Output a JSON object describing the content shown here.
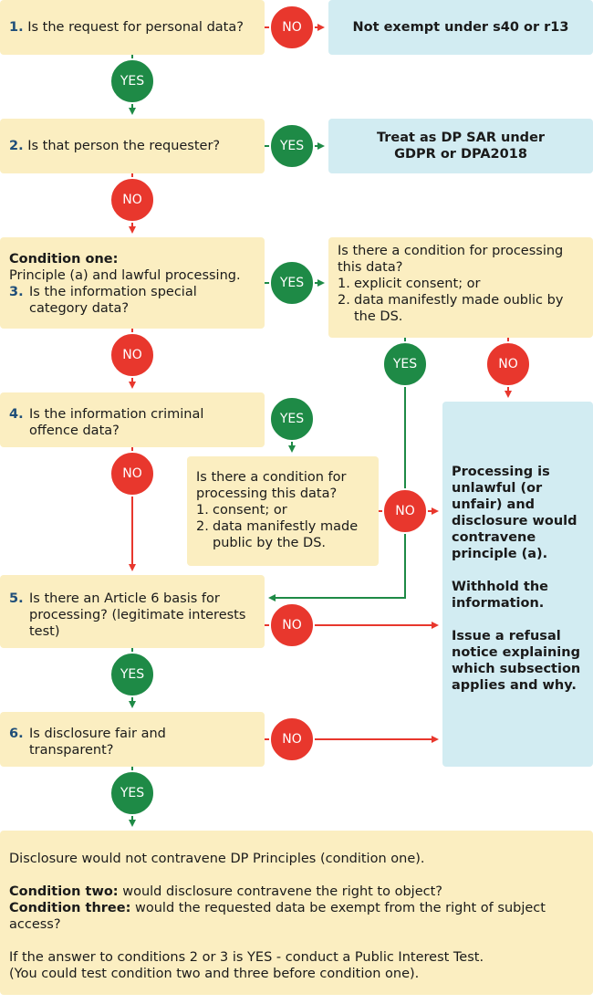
{
  "labels": {
    "yes": "YES",
    "no": "NO"
  },
  "q1": {
    "num": "1.",
    "text": "Is the request for personal data?"
  },
  "r1": "Not exempt under s40 or r13",
  "q2": {
    "num": "2.",
    "text": "Is that person the requester?"
  },
  "r2": {
    "line1": "Treat as DP SAR under",
    "line2": "GDPR or DPA2018"
  },
  "q3": {
    "heading": "Condition one:",
    "sub": "Principle (a) and lawful processing.",
    "num": "3.",
    "text": "Is the information special category data?"
  },
  "c3": {
    "intro": "Is there a condition for processing this data?",
    "items": [
      {
        "n": "1.",
        "t": "explicit consent; or"
      },
      {
        "n": "2.",
        "t": "data manifestly made oublic by the DS."
      }
    ]
  },
  "q4": {
    "num": "4.",
    "text": "Is the information criminal offence data?"
  },
  "c4": {
    "intro": "Is there a condition for processing this data?",
    "items": [
      {
        "n": "1.",
        "t": "consent; or"
      },
      {
        "n": "2.",
        "t": "data manifestly made public by the DS."
      }
    ]
  },
  "q5": {
    "num": "5.",
    "text": "Is there an Article 6 basis for processing? (legitimate interests test)"
  },
  "q6": {
    "num": "6.",
    "text": "Is disclosure fair and transparent?"
  },
  "refusal": {
    "p1": "Processing is unlawful (or unfair) and disclosure would contravene principle (a).",
    "p2": "Withhold the information.",
    "p3": "Issue a refusal notice explaining which subsection applies and why."
  },
  "final": {
    "line1": "Disclosure would not contravene DP Principles (condition one).",
    "c2_label": "Condition two:",
    "c2_text": " would disclosure contravene the right to object?",
    "c3_label": "Condition three:",
    "c3_text": " would the requested data be exempt from the right of subject access?",
    "line4": "If the answer to conditions 2 or 3 is YES - conduct a Public Interest Test.",
    "line5": "(You could test condition two and three before condition one)."
  },
  "colors": {
    "yellow": "#fbeec1",
    "blue": "#d2ecf2",
    "green": "#1e8a46",
    "red": "#e8372d",
    "number": "#1f4e79"
  }
}
